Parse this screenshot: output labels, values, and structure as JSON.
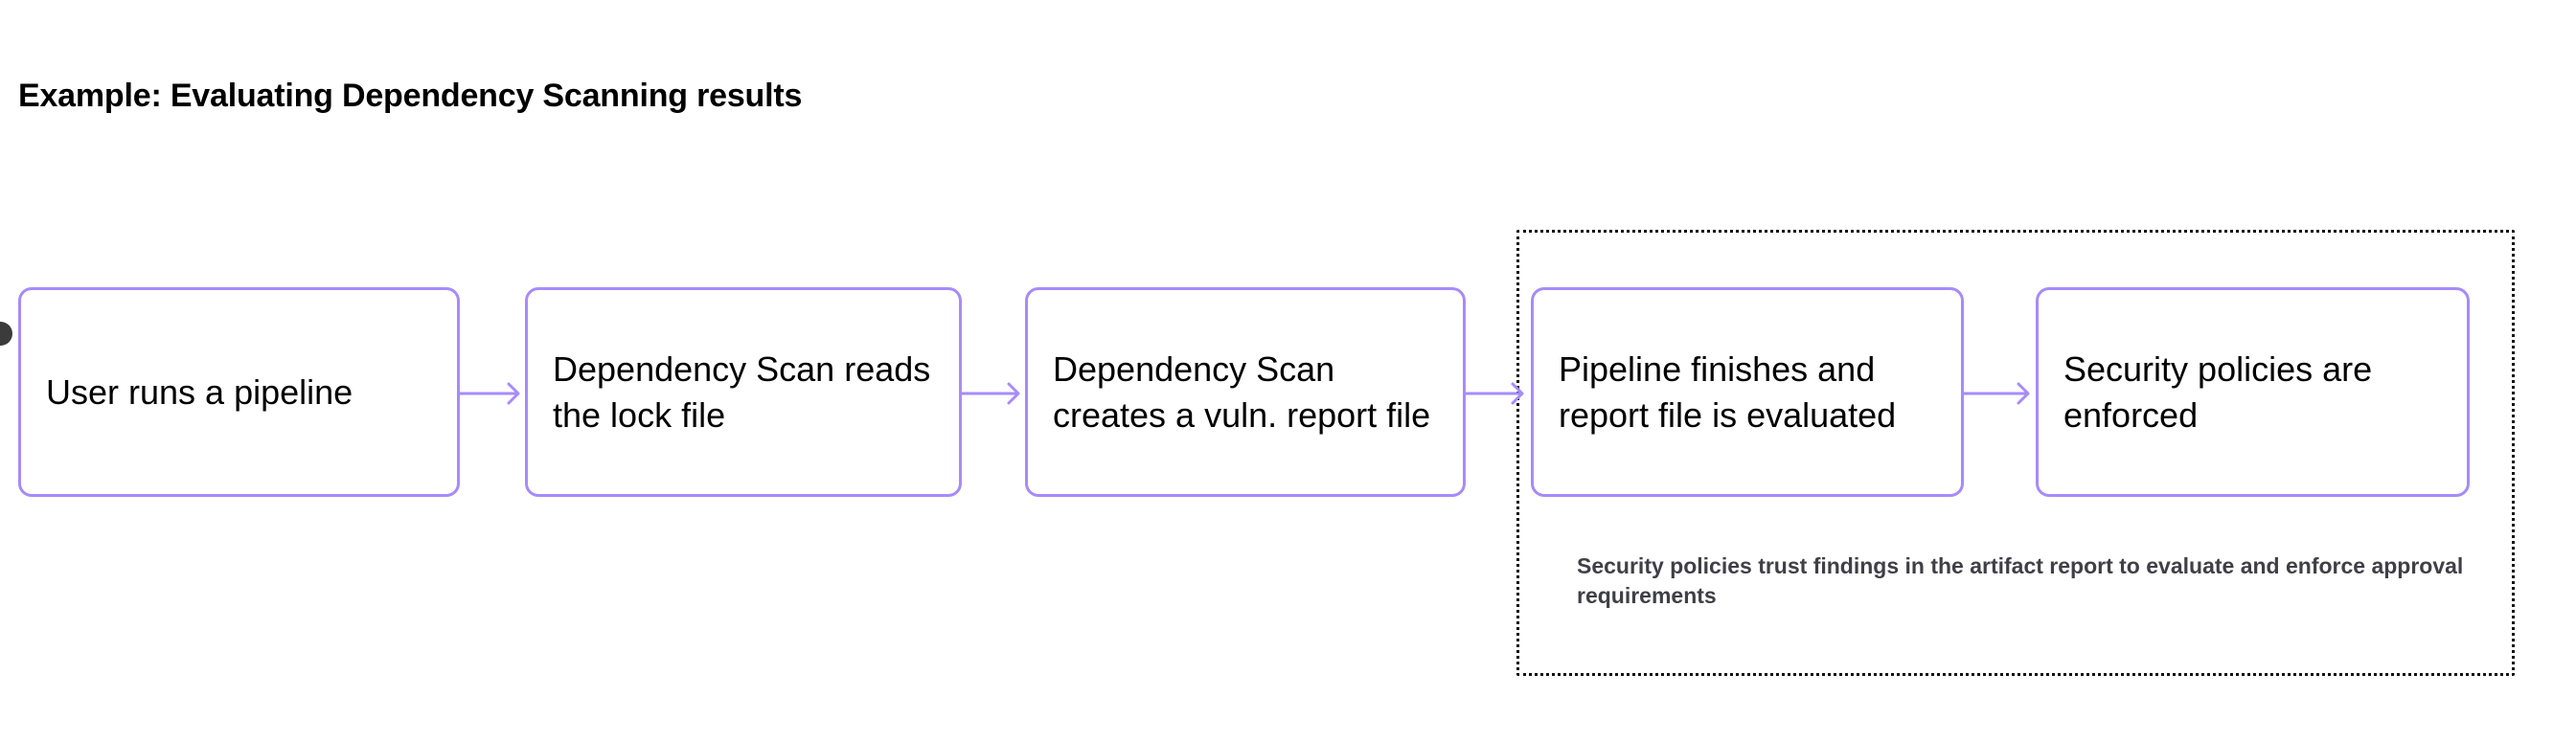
{
  "diagram": {
    "title": "Example: Evaluating Dependency Scanning results",
    "type": "flowchart",
    "accent_color": "#a78bfa",
    "text_color": "#000000",
    "caption_color": "#3f3f46",
    "group_border_color": "#111111",
    "anchor_dot_color": "#3b3b3b",
    "nodes": [
      {
        "id": "user-runs-pipeline",
        "label": "User runs a pipeline"
      },
      {
        "id": "dependency-scan-reads-lock",
        "label": "Dependency Scan reads the lock file"
      },
      {
        "id": "dependency-scan-creates-report",
        "label": "Dependency Scan creates a vuln. report file"
      },
      {
        "id": "pipeline-finishes-evaluated",
        "label": "Pipeline finishes and report file is evaluated"
      },
      {
        "id": "security-policies-enforced",
        "label": "Security policies are enforced"
      }
    ],
    "connectors": [
      {
        "from": "user-runs-pipeline",
        "to": "dependency-scan-reads-lock"
      },
      {
        "from": "dependency-scan-reads-lock",
        "to": "dependency-scan-creates-report"
      },
      {
        "from": "dependency-scan-creates-report",
        "to": "pipeline-finishes-evaluated"
      },
      {
        "from": "pipeline-finishes-evaluated",
        "to": "security-policies-enforced"
      }
    ],
    "group": {
      "id": "security-policy-group",
      "contains": [
        "pipeline-finishes-evaluated",
        "security-policies-enforced"
      ],
      "caption": "Security policies trust findings in the artifact report to evaluate and enforce approval requirements"
    }
  }
}
